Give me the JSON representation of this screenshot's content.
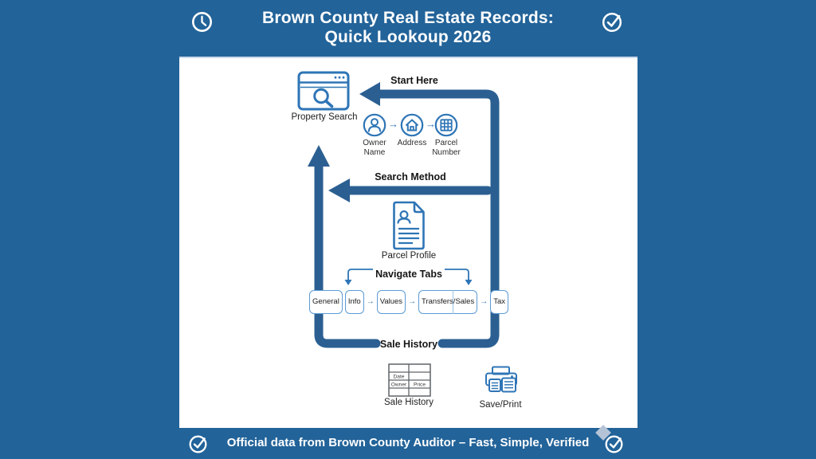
{
  "colors": {
    "background": "#226399",
    "panel": "#ffffff",
    "thick_arrow": "#2b5f92",
    "icon_stroke": "#2e75b6",
    "tab_border": "#5b9bd5"
  },
  "header": {
    "title_line1": "Brown County Real Estate Records:",
    "title_line2": "Quick Lookoup 2026"
  },
  "flow": {
    "start_here": "Start Here",
    "property_search": "Property Search",
    "arrow_glyph": "→",
    "methods": [
      {
        "line1": "Owner",
        "line2": "Name"
      },
      {
        "line1": "Address",
        "line2": ""
      },
      {
        "line1": "Parcel",
        "line2": "Number"
      }
    ],
    "search_method": "Search Method",
    "parcel_profile": "Parcel Profile",
    "navigate_tabs": "Navigate Tabs",
    "tabs": [
      "General",
      "Info",
      "Values",
      "Transfers/Sales",
      "Tax"
    ],
    "sale_history_loop": "Sale History",
    "table": {
      "r2c1": "Date",
      "r3c1": "Owner",
      "r3c2": "Price",
      "label": "Sale History"
    },
    "save_print": "Save/Print"
  },
  "footer": {
    "text": "Official data from Brown County Auditor – Fast, Simple, Verified"
  }
}
